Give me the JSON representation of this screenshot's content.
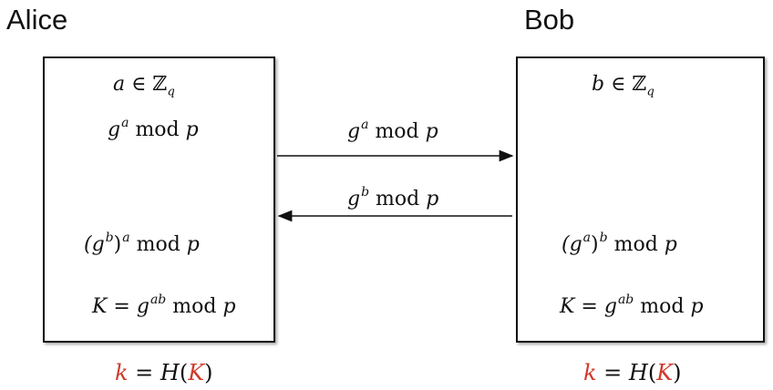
{
  "alice": {
    "name": "Alice",
    "secret_var": "a",
    "secret_set": "∈ ℤ",
    "secret_sub": "q",
    "send_base": "g",
    "send_exp": "a",
    "send_rest": " mod ",
    "send_p": "p",
    "combine_base": "(g",
    "combine_inner": "b",
    "combine_close": ")",
    "combine_outer": "a",
    "combine_rest": " mod ",
    "combine_p": "p",
    "key_lhs": "K",
    "key_eq": " = g",
    "key_exp": "ab",
    "key_rest": " mod ",
    "key_p": "p",
    "derive_k": "k",
    "derive_eq": " = ",
    "derive_H": "H",
    "derive_open": "(",
    "derive_K": "K",
    "derive_close": ")"
  },
  "bob": {
    "name": "Bob",
    "secret_var": "b",
    "secret_set": "∈ ℤ",
    "secret_sub": "q",
    "combine_base": "(g",
    "combine_inner": "a",
    "combine_close": ")",
    "combine_outer": "b",
    "combine_rest": " mod ",
    "combine_p": "p",
    "key_lhs": "K",
    "key_eq": " = g",
    "key_exp": "ab",
    "key_rest": " mod ",
    "key_p": "p",
    "derive_k": "k",
    "derive_eq": " = ",
    "derive_H": "H",
    "derive_open": "(",
    "derive_K": "K",
    "derive_close": ")"
  },
  "messages": {
    "to_bob_base": "g",
    "to_bob_exp": "a",
    "to_bob_rest": " mod ",
    "to_bob_p": "p",
    "to_alice_base": "g",
    "to_alice_exp": "b",
    "to_alice_rest": " mod ",
    "to_alice_p": "p"
  },
  "colors": {
    "highlight": "#d0392b",
    "stroke": "#111111"
  }
}
